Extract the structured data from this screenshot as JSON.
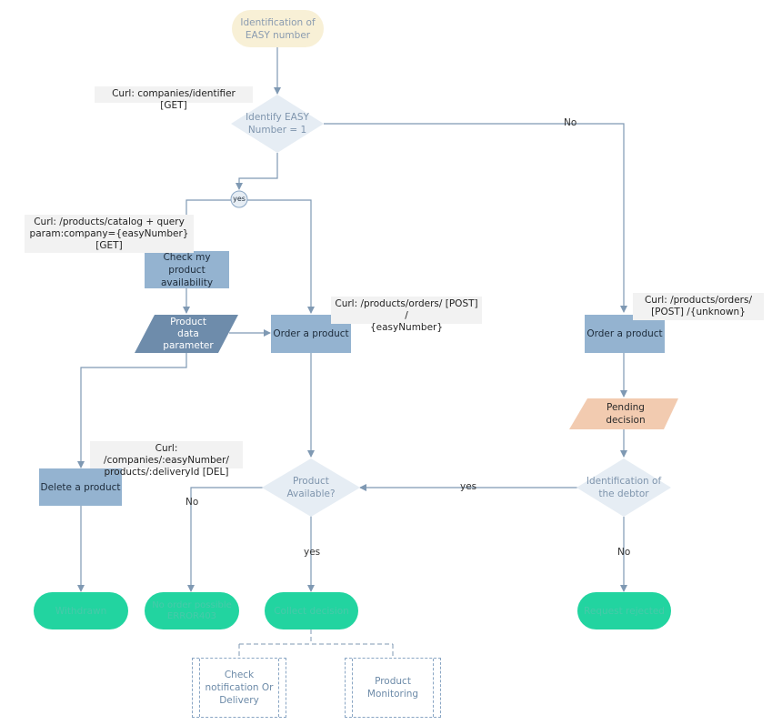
{
  "nodes": {
    "start": "Identification of\nEASY number",
    "identify_decision": "Identify EASY\nNumber = 1",
    "yes_connector": "yes",
    "check_availability": "Check my product\navailability",
    "product_data": "Product\ndata\nparameter",
    "order_product_left": "Order a product",
    "order_product_right": "Order a product",
    "pending_decision": "Pending\ndecision",
    "delete_product": "Delete a product",
    "product_available": "Product\nAvailable?",
    "identification_debtor": "Identification of\nthe debtor",
    "withdrawn": "Withdrawn",
    "no_order": "No order possible\nERROR403",
    "collect_decision": "Collect decision",
    "request_rejected": "Request rejected",
    "check_notification": "Check\nnotification Or\nDelivery",
    "product_monitoring": "Product\nMonitoring"
  },
  "curls": {
    "identifier": "Curl: companies/identifier [GET]",
    "catalog": "Curl: /products/catalog + query\nparam:company={easyNumber}\n[GET]",
    "orders_easy": "Curl: /products/orders/ [POST] /\n{easyNumber}",
    "orders_unknown": "Curl: /products/orders/\n[POST] /{unknown}",
    "delete": "Curl: /companies/:easyNumber/\nproducts/:deliveryId [DEL]"
  },
  "edge_labels": {
    "no_top": "No",
    "yes_mid": "yes",
    "no_left": "No",
    "yes_bottom": "yes",
    "no_right": "No"
  },
  "colors": {
    "process": "#94b3d0",
    "terminal": "#22d4a0",
    "start": "#f8f0d6",
    "decision": "#e6edf4",
    "data_io": "#6e8cab",
    "pending": "#f2cbb0",
    "line": "#7f99b3"
  }
}
